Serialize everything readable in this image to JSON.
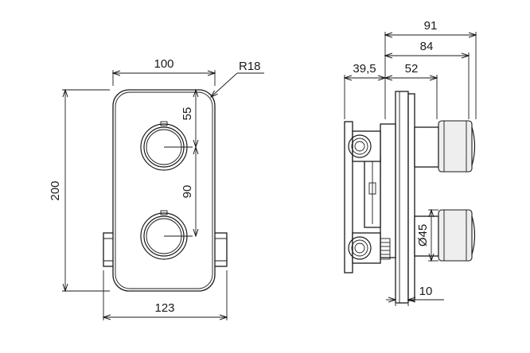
{
  "dimensions": {
    "front_width": "100",
    "front_radius": "R18",
    "front_height": "200",
    "upper_offset": "55",
    "knob_spacing": "90",
    "base_width": "123",
    "side_depth_91": "91",
    "side_depth_84": "84",
    "side_depth_52": "52",
    "side_depth_39_5": "39,5",
    "knob_diameter": "Ø45",
    "plate_thickness": "10"
  },
  "colors": {
    "line": "#1a1a1a",
    "background": "#ffffff"
  }
}
